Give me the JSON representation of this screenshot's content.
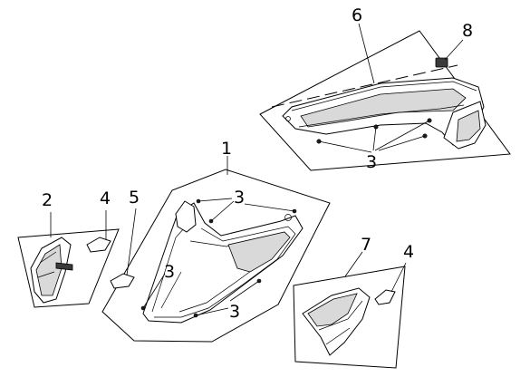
{
  "diagram": {
    "callouts": {
      "c1": "1",
      "c2": "2",
      "c3a": "3",
      "c3b": "3",
      "c3c": "3",
      "c3d": "3",
      "c4a": "4",
      "c4b": "4",
      "c5": "5",
      "c6": "6",
      "c7": "7",
      "c8": "8"
    }
  }
}
